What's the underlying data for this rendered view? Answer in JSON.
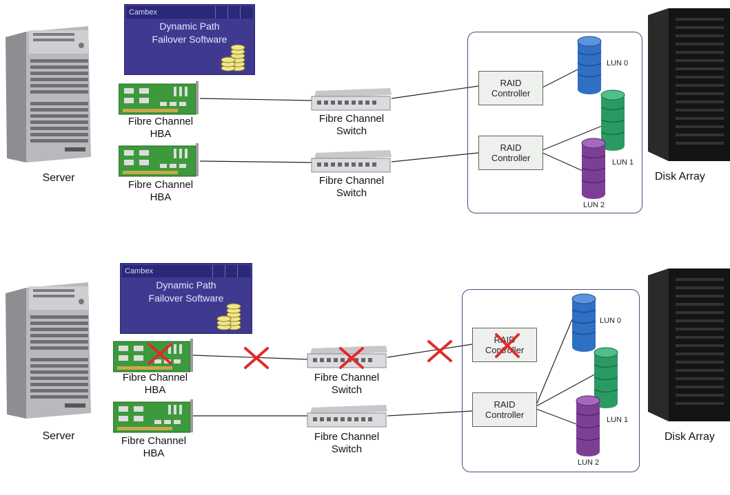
{
  "top": {
    "software": {
      "vendor": "Cambex",
      "title": "Dynamic Path\nFailover Software"
    },
    "server_label": "Server",
    "hba1_label": "Fibre Channel\nHBA",
    "hba2_label": "Fibre Channel\nHBA",
    "switch1_label": "Fibre Channel\nSwitch",
    "switch2_label": "Fibre Channel\nSwitch",
    "raid1_label": "RAID\nController",
    "raid2_label": "RAID\nController",
    "lun0": "LUN 0",
    "lun1": "LUN 1",
    "lun2": "LUN 2",
    "array_label": "Disk Array"
  },
  "bottom": {
    "software": {
      "vendor": "Cambex",
      "title": "Dynamic Path\nFailover Software"
    },
    "server_label": "Server",
    "hba1_label": "Fibre Channel\nHBA",
    "hba2_label": "Fibre Channel\nHBA",
    "switch1_label": "Fibre Channel\nSwitch",
    "switch2_label": "Fibre Channel\nSwitch",
    "raid1_label": "RAID\nController",
    "raid2_label": "RAID\nController",
    "lun0": "LUN 0",
    "lun1": "LUN 1",
    "lun2": "LUN 2",
    "array_label": "Disk Array"
  },
  "colors": {
    "software_box": "#3f3a8f",
    "failure_mark": "#e02a2a",
    "lun0": "#2f6fc4",
    "lun1": "#2a9a63",
    "lun2": "#7d3f95",
    "hba_board": "#3c9a3c",
    "disk_array": "#141414"
  },
  "failures": [
    "hba1",
    "hba1-switch1-link",
    "switch1",
    "switch1-raid1-link",
    "raid1"
  ]
}
